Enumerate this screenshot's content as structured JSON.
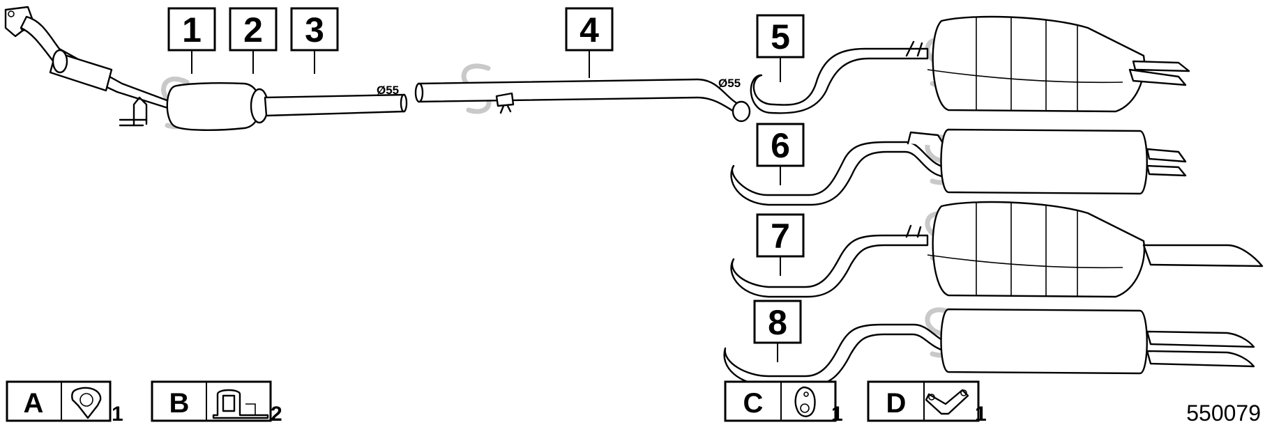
{
  "callouts": [
    "1",
    "2",
    "3",
    "4",
    "5",
    "6",
    "7",
    "8"
  ],
  "dimensions": {
    "pipe_front": "Ø55",
    "pipe_rear": "Ø55"
  },
  "kits": [
    {
      "letter": "A",
      "icon": "gasket-icon",
      "qty": "1"
    },
    {
      "letter": "B",
      "icon": "rubber-mount-icon",
      "qty": "2"
    },
    {
      "letter": "C",
      "icon": "hanger-ring-icon",
      "qty": "1"
    },
    {
      "letter": "D",
      "icon": "bracket-clamp-icon",
      "qty": "1"
    }
  ],
  "reference": "550079",
  "colors": {
    "line": "#000000",
    "watermark": "#c9c9c9",
    "background": "#ffffff"
  }
}
